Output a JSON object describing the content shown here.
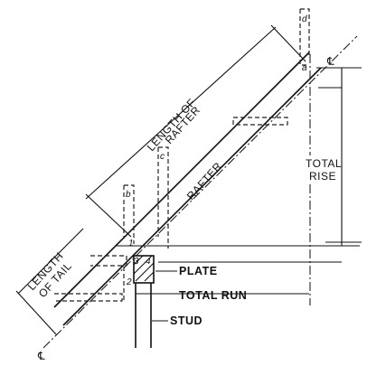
{
  "labels": {
    "length_of_rafter_1": "LENGTH OF",
    "length_of_rafter_2": "RAFTER",
    "length_of_tail_1": "LENGTH",
    "length_of_tail_2": "OF TAIL",
    "rafter": "RAFTER",
    "total_rise_1": "TOTAL",
    "total_rise_2": "RISE",
    "plate": "PLATE",
    "total_run": "TOTAL RUN",
    "stud": "STUD",
    "centerline_top": "℄",
    "centerline_bottom": "℄"
  },
  "points": {
    "a": "a",
    "b": "b",
    "c": "c",
    "d": "d",
    "p1": "1",
    "p2": "2",
    "p3": "3",
    "p4": "4"
  }
}
